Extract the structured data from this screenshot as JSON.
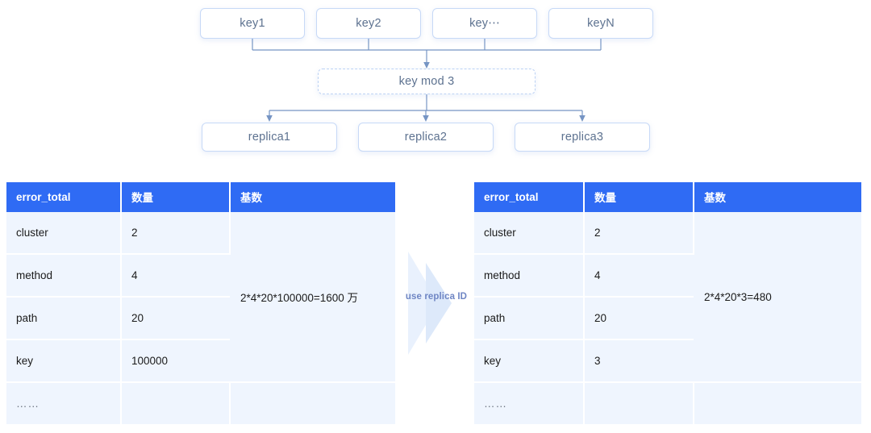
{
  "diagram": {
    "keys": [
      {
        "label": "key1"
      },
      {
        "label": "key2"
      },
      {
        "label": "key⋯"
      },
      {
        "label": "keyN"
      }
    ],
    "hash_node": {
      "label": "key mod 3"
    },
    "replicas": [
      {
        "label": "replica1"
      },
      {
        "label": "replica2"
      },
      {
        "label": "replica3"
      }
    ],
    "colors": {
      "node_border": "#c7d9f7",
      "node_text": "#5d7290",
      "connector": "#7695c4"
    }
  },
  "transition": {
    "label": "use replica ID",
    "color": "#6f86c4",
    "arrow_fill": "#e8f0fc"
  },
  "tables": {
    "colors": {
      "header_bg": "#2f6bf4",
      "header_text": "#ffffff",
      "cell_bg": "#eff5fe",
      "gridline": "#ffffff"
    },
    "left": {
      "headers": [
        "error_total",
        "数量",
        "基数"
      ],
      "rows": [
        {
          "name": "cluster",
          "count": "2"
        },
        {
          "name": "method",
          "count": "4"
        },
        {
          "name": "path",
          "count": "20"
        },
        {
          "name": "key",
          "count": "100000"
        },
        {
          "name": "……",
          "count": ""
        }
      ],
      "base_value": "2*4*20*100000=1600 万"
    },
    "right": {
      "headers": [
        "error_total",
        "数量",
        "基数"
      ],
      "rows": [
        {
          "name": "cluster",
          "count": "2"
        },
        {
          "name": "method",
          "count": "4"
        },
        {
          "name": "path",
          "count": "20"
        },
        {
          "name": "key",
          "count": "3"
        },
        {
          "name": "……",
          "count": ""
        }
      ],
      "base_value": "2*4*20*3=480"
    }
  }
}
